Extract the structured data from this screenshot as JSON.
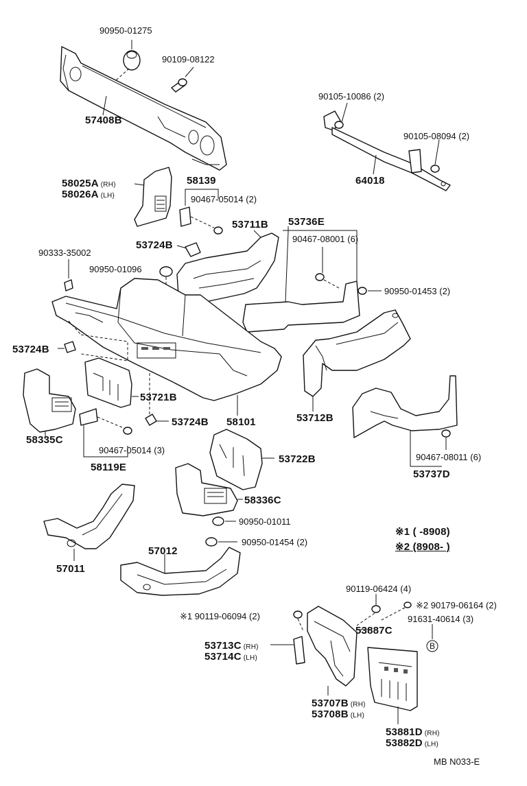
{
  "labels": {
    "p90950_01275": "90950-01275",
    "p90109_08122": "90109-08122",
    "p57408B": "57408B",
    "p90105_10086": "90105-10086 (2)",
    "p90105_08094": "90105-08094 (2)",
    "p64018": "64018",
    "p58025A": "58025A",
    "p58026A": "58026A",
    "rh": "(RH)",
    "lh": "(LH)",
    "p58139": "58139",
    "p90467_05014_2": "90467-05014 (2)",
    "p53711B": "53711B",
    "p53736E": "53736E",
    "p90467_08001": "90467-08001 (6)",
    "p53724B_a": "53724B",
    "p90333_35002": "90333-35002",
    "p90950_01096": "90950-01096",
    "p90950_01453": "90950-01453 (2)",
    "p53724B_b": "53724B",
    "p53721B": "53721B",
    "p53724B_c": "53724B",
    "p58101": "58101",
    "p53712B": "53712B",
    "p58335C": "58335C",
    "p90467_05014_3": "90467-05014 (3)",
    "p58119E": "58119E",
    "p90467_08011": "90467-08011 (6)",
    "p53737D": "53737D",
    "p53722B": "53722B",
    "p58336C": "58336C",
    "p90950_01011": "90950-01011",
    "note1": "※1 (      -8908)",
    "note2": "※2 (8908-        )",
    "p57011": "57011",
    "p57012": "57012",
    "p90950_01454": "90950-01454 (2)",
    "p90119_06424": "90119-06424 (4)",
    "p90179_06164": "※2 90179-06164 (2)",
    "p90119_06094": "※1 90119-06094 (2)",
    "p53887C": "53887C",
    "p91631_40614": "91631-40614 (3)",
    "circleB": "B",
    "p53713C": "53713C",
    "p53714C": "53714C",
    "p53707B": "53707B",
    "p53708B": "53708B",
    "p53881D": "53881D",
    "p53882D": "53882D",
    "drawing_code": "MB N033-E"
  }
}
